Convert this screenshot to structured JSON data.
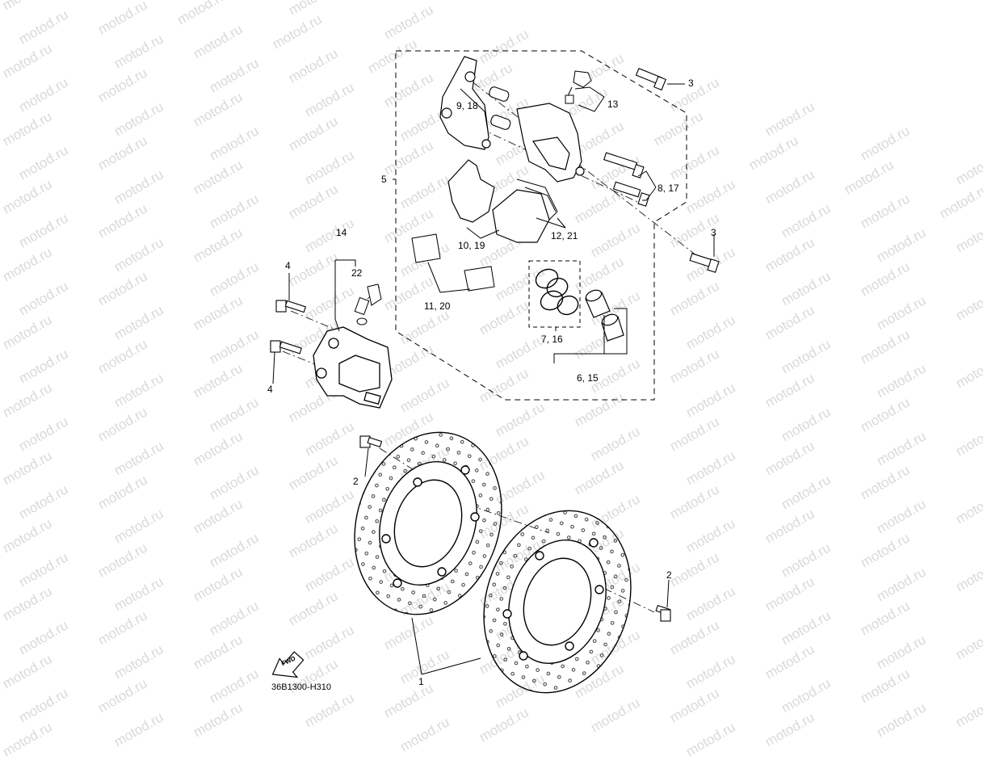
{
  "watermark": "motod.ru",
  "diagram_code": "36B1300-H310",
  "fwd_label": "FWD",
  "callouts": {
    "c1": "1",
    "c2a": "2",
    "c2b": "2",
    "c3a": "3",
    "c3b": "3",
    "c4a": "4",
    "c4b": "4",
    "c5": "5",
    "c6": "6, 15",
    "c7": "7, 16",
    "c8": "8, 17",
    "c9": "9, 18",
    "c10": "10, 19",
    "c11": "11, 20",
    "c12": "12, 21",
    "c13": "13",
    "c14": "14",
    "c22": "22"
  }
}
